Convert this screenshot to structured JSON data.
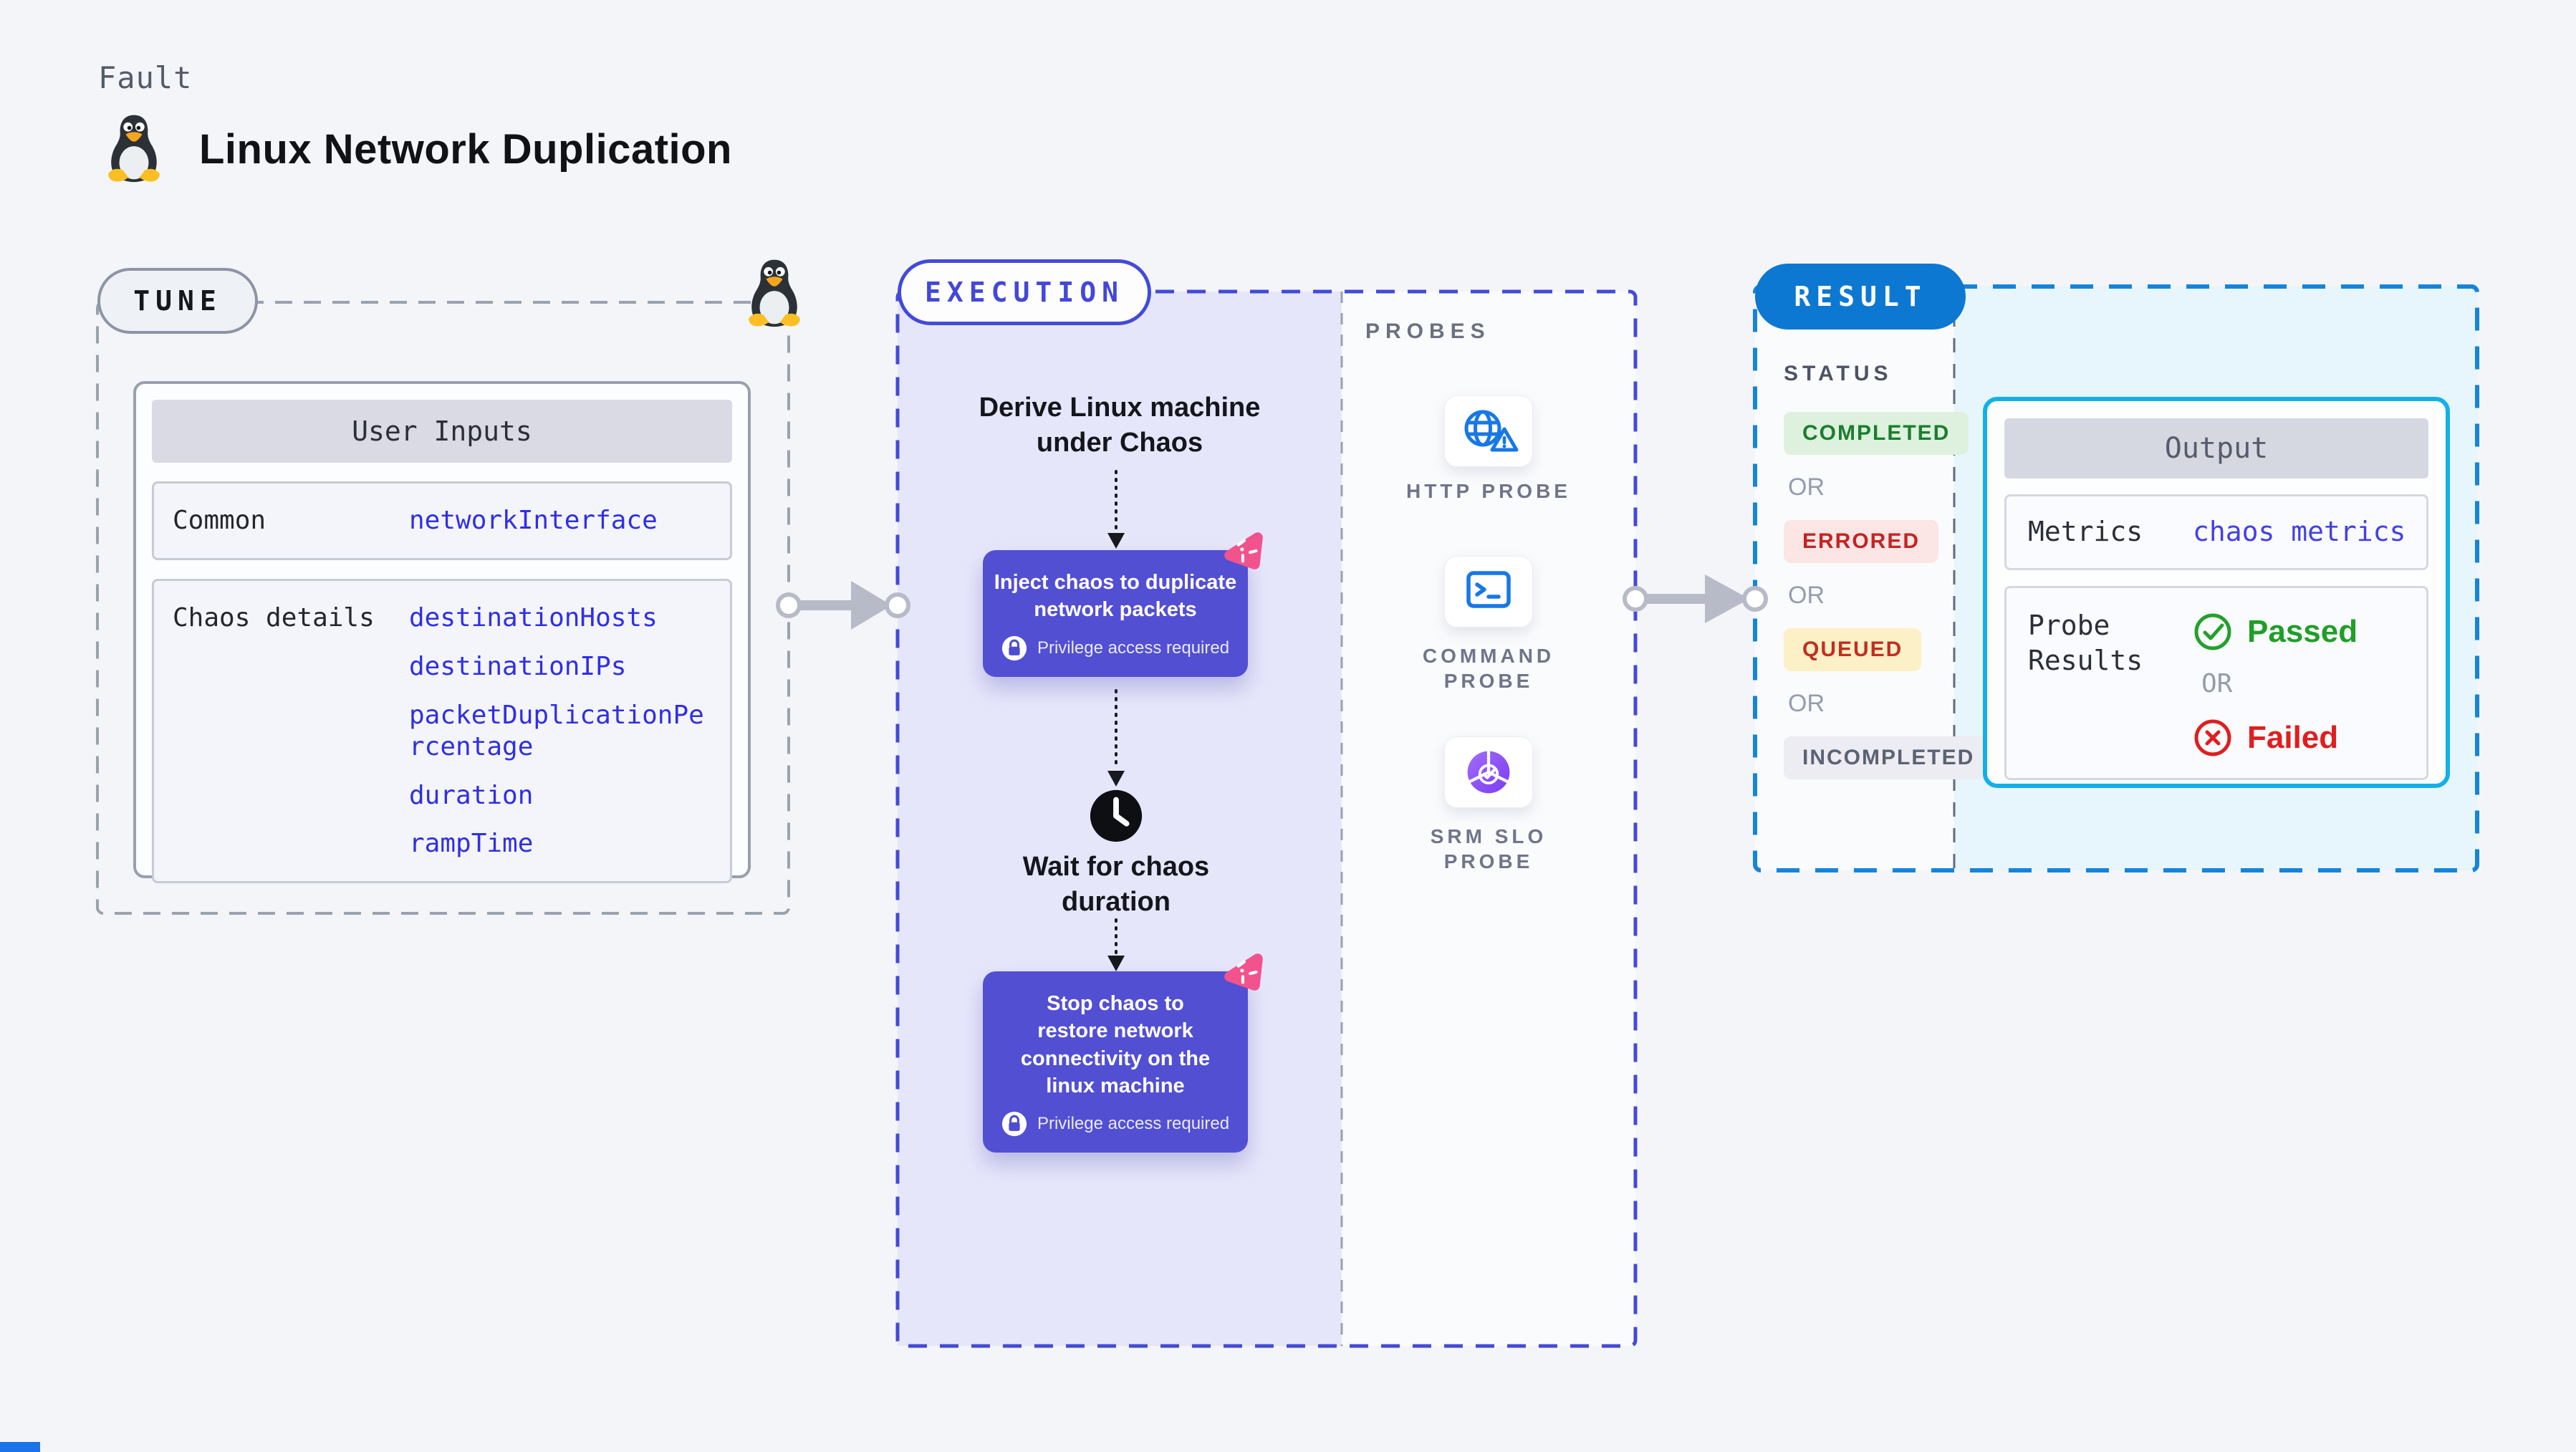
{
  "header": {
    "kicker": "Fault",
    "title": "Linux Network Duplication",
    "icon": "tux-penguin-icon"
  },
  "tune": {
    "badge": "TUNE",
    "panel_title": "User Inputs",
    "rows": [
      {
        "label": "Common",
        "values": [
          "networkInterface"
        ]
      },
      {
        "label": "Chaos details",
        "values": [
          "destinationHosts",
          "destinationIPs",
          "packetDuplicationPercentage",
          "duration",
          "rampTime"
        ]
      }
    ]
  },
  "execution": {
    "badge": "EXECUTION",
    "step_derive_lines": [
      "Derive Linux machine",
      "under Chaos"
    ],
    "step_inject_lines": [
      "Inject chaos to duplicate",
      "network packets"
    ],
    "step_wait_lines": [
      "Wait for chaos",
      "duration"
    ],
    "step_stop_lines": [
      "Stop chaos to",
      "restore network",
      "connectivity on the",
      "linux machine"
    ],
    "privilege_note": "Privilege access required"
  },
  "probes": {
    "heading": "PROBES",
    "items": [
      {
        "label": "HTTP PROBE",
        "icon": "globe-alert-icon"
      },
      {
        "label": "COMMAND PROBE",
        "icon": "terminal-icon"
      },
      {
        "label": "SRM SLO PROBE",
        "icon": "slo-pie-check-icon"
      }
    ]
  },
  "result": {
    "badge": "RESULT",
    "status_heading": "STATUS",
    "or_label": "OR",
    "statuses": [
      "COMPLETED",
      "ERRORED",
      "QUEUED",
      "INCOMPLETED"
    ],
    "output": {
      "title": "Output",
      "metrics_label": "Metrics",
      "metrics_value": "chaos metrics",
      "probe_results_label": "Probe Results",
      "passed_label": "Passed",
      "failed_label": "Failed"
    }
  },
  "colors": {
    "page_bg": "#f4f5f9",
    "tune_border": "#99a2ad",
    "execution_accent": "#434ad9",
    "execution_bg": "#e6e6fb",
    "chaos_box": "#524fd3",
    "chaos_badge_pink": "#f2538c",
    "code_blue": "#2f2fe6",
    "result_accent": "#0d78d2",
    "result_dashed": "#1584d9",
    "output_border": "#13b0e8",
    "result_bg": "#e7f5fc",
    "completed_green": "#1b7e2f",
    "errored_red": "#c32424",
    "passed_green": "#1f9e28",
    "failed_red": "#de1f1f",
    "probe_icon_blue": "#1878e4"
  }
}
